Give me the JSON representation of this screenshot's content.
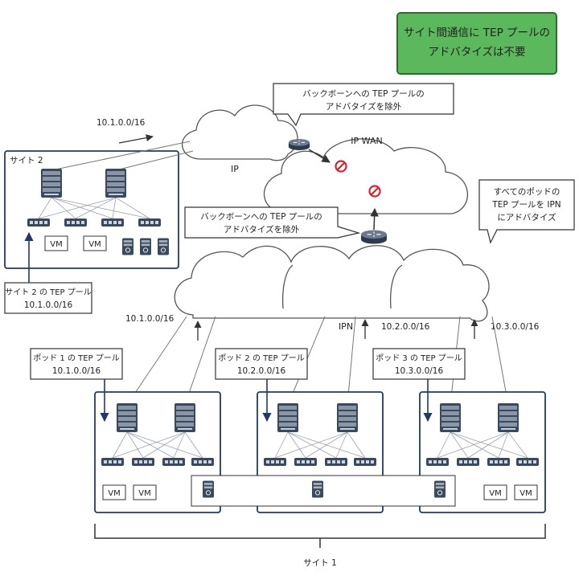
{
  "banner": {
    "line1": "サイト間通信に TEP プールの",
    "line2": "アドバタイズは不要",
    "fill": "#5cb85c",
    "border": "#2f6b2f"
  },
  "clouds": {
    "ip": "IP",
    "ip_wan": "IP WAN",
    "ipn": "IPN"
  },
  "callouts": {
    "exclude_top": {
      "line1": "バックボーンへの TEP プールの",
      "line2": "アドバタイズを除外"
    },
    "exclude_mid": {
      "line1": "バックボーンへの TEP プールの",
      "line2": "アドバタイズを除外"
    },
    "advertise_all": {
      "line1": "すべてのポッドの",
      "line2": "TEP プールを IPN",
      "line3": "にアドバタイズ"
    }
  },
  "site2": {
    "title": "サイト 2",
    "vm1": "VM",
    "vm2": "VM"
  },
  "site2_pool": {
    "line1": "サイト 2 の TEP プール",
    "line2": "10.1.0.0/16"
  },
  "routes": {
    "top": "10.1.0.0/16",
    "pod1": "10.1.0.0/16",
    "pod2": "10.2.0.0/16",
    "pod3": "10.3.0.0/16"
  },
  "pods": [
    {
      "line1": "ポッド 1 の TEP プール",
      "line2": "10.1.0.0/16",
      "vm1": "VM",
      "vm2": "VM"
    },
    {
      "line1": "ポッド 2 の TEP プール",
      "line2": "10.2.0.0/16"
    },
    {
      "line1": "ポッド 3 の TEP プール",
      "line2": "10.3.0.0/16",
      "vm1": "VM",
      "vm2": "VM"
    }
  ],
  "site1": "サイト 1",
  "colors": {
    "box_border": "#1f3a6b",
    "prohibit": "#d9232d",
    "device": "#3a4a5e"
  }
}
